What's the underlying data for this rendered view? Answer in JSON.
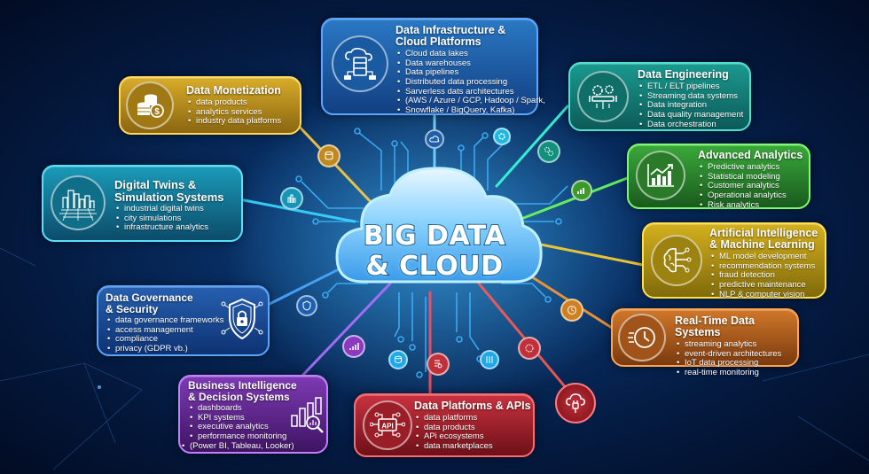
{
  "center": {
    "title_line1": "BIG DATA",
    "title_line2": "& CLOUD"
  },
  "boxes": {
    "infrastructure": {
      "title_line1": "Data Infrastructure &",
      "title_line2": "Cloud Platforms",
      "icon": "cloud-server-icon",
      "color": "#1d5fa8",
      "items": [
        "Cloud data lakes",
        "Data warehouses",
        "Data pipelines",
        "Distributed data processing",
        "Sarverless dats architectures",
        "(AWS / Azure / GCP, Hadoop / Spark,",
        "Snowflake / BigQuery, Kafka)"
      ]
    },
    "monetization": {
      "title": "Data Monetization",
      "icon": "coins-dollar-icon",
      "color": "#b8901c",
      "items": [
        "data products",
        "analytics services",
        "industry data platforms"
      ]
    },
    "engineering": {
      "title": "Data Engineering",
      "icon": "gears-pipeline-icon",
      "color": "#13807a",
      "items": [
        "ETL / ELT pipelines",
        "Streaming data systems",
        "Data integration",
        "Data quality management",
        "Data orchestration"
      ]
    },
    "analytics": {
      "title": "Advanced Analytics",
      "icon": "growth-chart-icon",
      "color": "#2e8a2a",
      "items": [
        "Predictive analytics",
        "Statistical modeling",
        "Customer analytics",
        "Operational analytics",
        "Risk analytics"
      ]
    },
    "ai_ml": {
      "title_line1": "Artificial Intelligence",
      "title_line2": "& Machine Learning",
      "icon": "brain-circuit-icon",
      "color": "#b89a12",
      "items": [
        "ML model development",
        "recommendation systems",
        "fraud detection",
        "predictive maintenance",
        "NLP & computer vision"
      ]
    },
    "realtime": {
      "title": "Real-Time Data Systems",
      "icon": "fast-clock-icon",
      "color": "#b8621a",
      "items": [
        "streaming analytics",
        "event-driven architectures",
        "IoT data processing",
        "real-time monitoring"
      ]
    },
    "platforms_apis": {
      "title": "Data Platforms & APIs",
      "icon": "api-icon",
      "icon_label": "API",
      "color": "#a8232e",
      "items": [
        "data platforms",
        "data products",
        "APi ecosystems",
        "data marketplaces"
      ]
    },
    "bi": {
      "title_line1": "Business Intelligence",
      "title_line2": "& Decision Systems",
      "icon": "bar-chart-magnifier-icon",
      "color": "#6a2a9a",
      "items": [
        "dashboards",
        "KPI systems",
        "executive analytics",
        "performance monitoring",
        "(Power BI, Tableau, Looker)"
      ]
    },
    "governance": {
      "title_line1": "Data Governance",
      "title_line2": "& Security",
      "icon": "shield-lock-icon",
      "color": "#1a4f98",
      "items": [
        "data governance frameworks",
        "access management",
        "compliance",
        "privacy (GDPR vb.)"
      ]
    },
    "digital_twins": {
      "title_line1": "Digital Twins &",
      "title_line2": "Simulation Systems",
      "icon": "city-grid-icon",
      "color": "#127a94",
      "items": [
        "industrial digital twins",
        "city simulations",
        "infrastructure analytics"
      ]
    }
  },
  "standalone_icon": "cloud-plug-icon"
}
